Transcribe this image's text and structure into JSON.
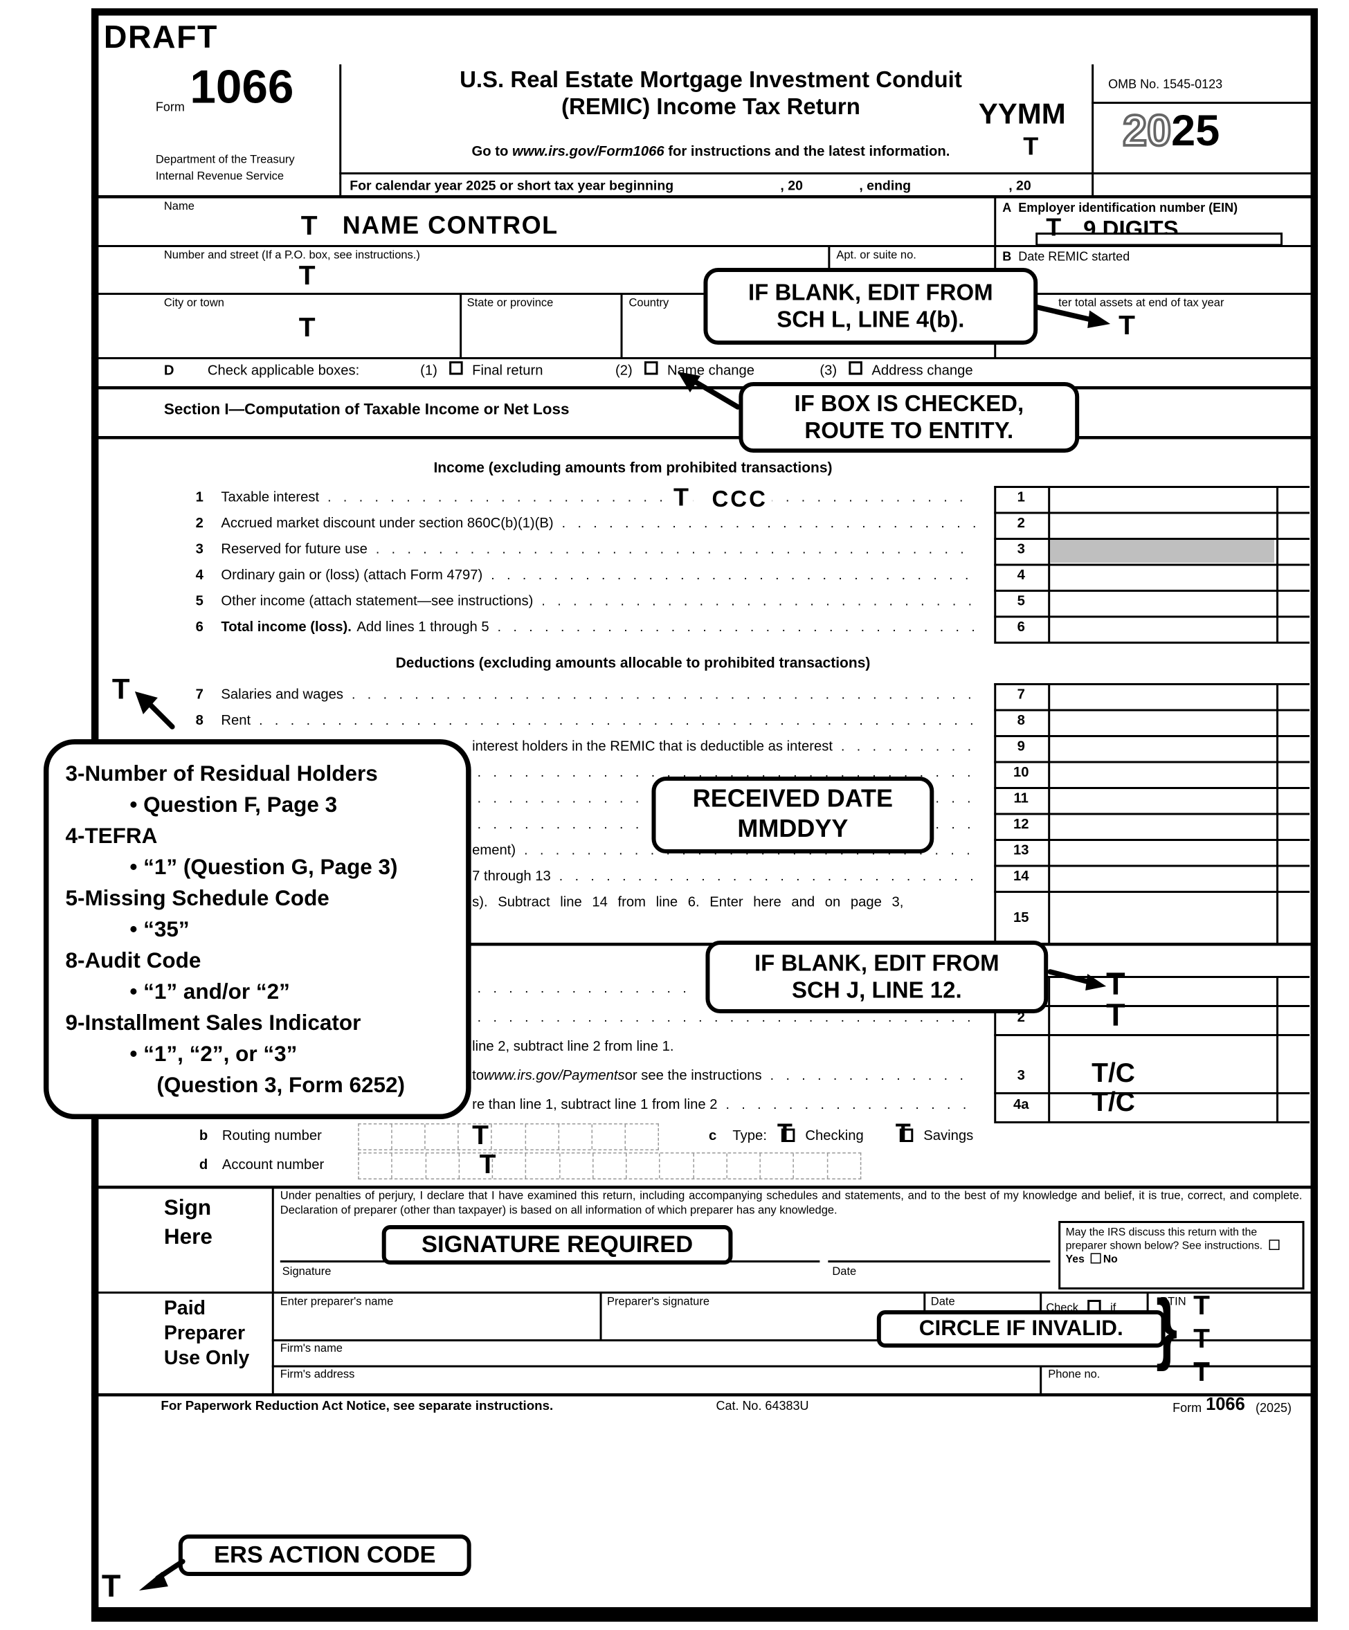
{
  "colors": {
    "shaded_cell": "#bfbfbf"
  },
  "draft": "DRAFT",
  "header": {
    "form_label": "Form",
    "form_number": "1066",
    "dept_line1": "Department of the Treasury",
    "dept_line2": "Internal Revenue Service",
    "title_line1": "U.S. Real Estate Mortgage Investment Conduit",
    "title_line2": "(REMIC) Income Tax Return",
    "yymm": "YYMM",
    "yymm_t": "T",
    "goto_pre": "Go to ",
    "goto_url": "www.irs.gov/Form1066",
    "goto_post": " for instructions and the latest information.",
    "omb": "OMB No. 1545-0123",
    "year_outline": "20",
    "year_solid": "25",
    "calendar_text": "For calendar year 2025 or short tax year beginning",
    "calendar_20a": ", 20",
    "calendar_ending": ", ending",
    "calendar_20b": ", 20"
  },
  "entity": {
    "name_label": "Name",
    "name_t": "T",
    "name_value": "NAME CONTROL",
    "ein_letter": "A",
    "ein_label": "Employer identification number (EIN)",
    "ein_t": "T",
    "ein_value": "9 DIGITS",
    "street_label": "Number and street (If a P.O. box, see instructions.)",
    "street_t": "T",
    "apt_label": "Apt. or suite no.",
    "remic_letter": "B",
    "remic_label": "Date REMIC started",
    "city_label": "City or town",
    "city_t": "T",
    "state_label": "State or province",
    "country_label": "Country",
    "assets_label": "ter total assets at end of tax year",
    "assets_t": "T",
    "d_letter": "D",
    "d_text": "Check applicable boxes:",
    "check1_num": "(1)",
    "check1_label": "Final return",
    "check2_num": "(2)",
    "check2_label": "Name change",
    "check3_num": "(3)",
    "check3_label": "Address change"
  },
  "section1": {
    "heading": "Section I—Computation of Taxable Income or Net Loss",
    "income_heading": "Income (excluding amounts from prohibited transactions)",
    "income_rows": [
      {
        "num": "1",
        "label": "Taxable interest",
        "annotation_t": "T",
        "annotation": "CCC"
      },
      {
        "num": "2",
        "label": "Accrued market discount under section 860C(b)(1)(B)"
      },
      {
        "num": "3",
        "label": "Reserved for future use"
      },
      {
        "num": "4",
        "label": "Ordinary gain or (loss) (attach Form 4797)"
      },
      {
        "num": "5",
        "label": "Other income (attach statement—see instructions)"
      },
      {
        "num": "6",
        "label_bold": "Total income (loss).",
        "label": "Add lines 1 through 5"
      }
    ],
    "deductions_heading": "Deductions (excluding amounts allocable to prohibited transactions)",
    "deductions_t": "T",
    "deduction_rows": [
      {
        "num": "7",
        "label": "Salaries and wages"
      },
      {
        "num": "8",
        "label": "Rent"
      },
      {
        "num": "9",
        "label": "interest holders in the REMIC that is deductible as interest"
      },
      {
        "num": "10",
        "label": ""
      },
      {
        "num": "11",
        "label": ""
      },
      {
        "num": "12",
        "label": ""
      },
      {
        "num": "13",
        "label": "ement)"
      },
      {
        "num": "14",
        "label": "7 through 13"
      },
      {
        "num": "15",
        "label": "s). Subtract line 14 from line 6. Enter here and on page 3,"
      }
    ]
  },
  "section2": {
    "line1_value": "T",
    "line2_num": "2",
    "line2_value": "T",
    "line3_fragment": "line 2, subtract line 2 from line 1.",
    "line3_pre": "to ",
    "line3_url": "www.irs.gov/Payments",
    "line3_post": " or see the instructions",
    "line3_num": "3",
    "line3_value": "T/C",
    "line4_label": "re than line 1, subtract line 1 from line 2",
    "line4_num": "4a",
    "line4_value": "T/C",
    "b_letter": "b",
    "routing_label": "Routing number",
    "routing_t": "T",
    "c_letter": "c",
    "type_label": "Type:",
    "checking_t": "T",
    "checking_label": "Checking",
    "savings_t": "T",
    "savings_label": "Savings",
    "d_letter": "d",
    "account_label": "Account number",
    "account_t": "T"
  },
  "sign": {
    "title_line1": "Sign",
    "title_line2": "Here",
    "perjury": "Under penalties of perjury, I declare that I have examined this return, including accompanying schedules and statements, and to the best of my knowledge and belief, it is true, correct, and complete. Declaration of preparer (other than taxpayer) is based on all information of which preparer has any knowledge.",
    "signature_label": "Signature",
    "date_label": "Date",
    "discuss_text": "May the IRS discuss this return with the preparer shown below? See instructions.",
    "yes_label": "Yes",
    "no_label": "No"
  },
  "preparer": {
    "title_line1": "Paid",
    "title_line2": "Preparer",
    "title_line3": "Use Only",
    "name_label": "Enter preparer's name",
    "signature_label": "Preparer's signature",
    "date_label": "Date",
    "check_label": "Check",
    "if_label": "if",
    "ptin_label": "PTIN",
    "firm_name_label": "Firm's name",
    "firm_address_label": "Firm's address",
    "phone_label": "Phone no.",
    "ptin_t": "T",
    "firm_name_t": "T",
    "firm_address_t": "T"
  },
  "footer": {
    "paperwork": "For Paperwork Reduction Act Notice, see separate instructions.",
    "cat_no": "Cat. No. 64383U",
    "form_word": "Form",
    "form_number": "1066",
    "form_year": "(2025)"
  },
  "callouts": {
    "sch_l_line1": "IF BLANK, EDIT FROM",
    "sch_l_line2": "SCH L, LINE 4(b).",
    "route_line1": "IF BOX IS CHECKED,",
    "route_line2": "ROUTE TO ENTITY.",
    "received_line1": "RECEIVED DATE",
    "received_line2": "MMDDYY",
    "sch_j_line1": "IF BLANK, EDIT FROM",
    "sch_j_line2": "SCH J, LINE 12.",
    "signature_required": "SIGNATURE REQUIRED",
    "circle_invalid": "CIRCLE IF INVALID.",
    "ers_action": "ERS ACTION CODE",
    "ers_t": "T",
    "big_box_lines": [
      "3-Number of Residual Holders",
      "• Question F, Page 3",
      "4-TEFRA",
      "• “1” (Question G, Page 3)",
      "5-Missing Schedule Code",
      "• “35”",
      "8-Audit Code",
      "• “1” and/or “2”",
      "9-Installment Sales Indicator",
      "• “1”, “2”, or “3”",
      "(Question 3, Form 6252)"
    ]
  }
}
